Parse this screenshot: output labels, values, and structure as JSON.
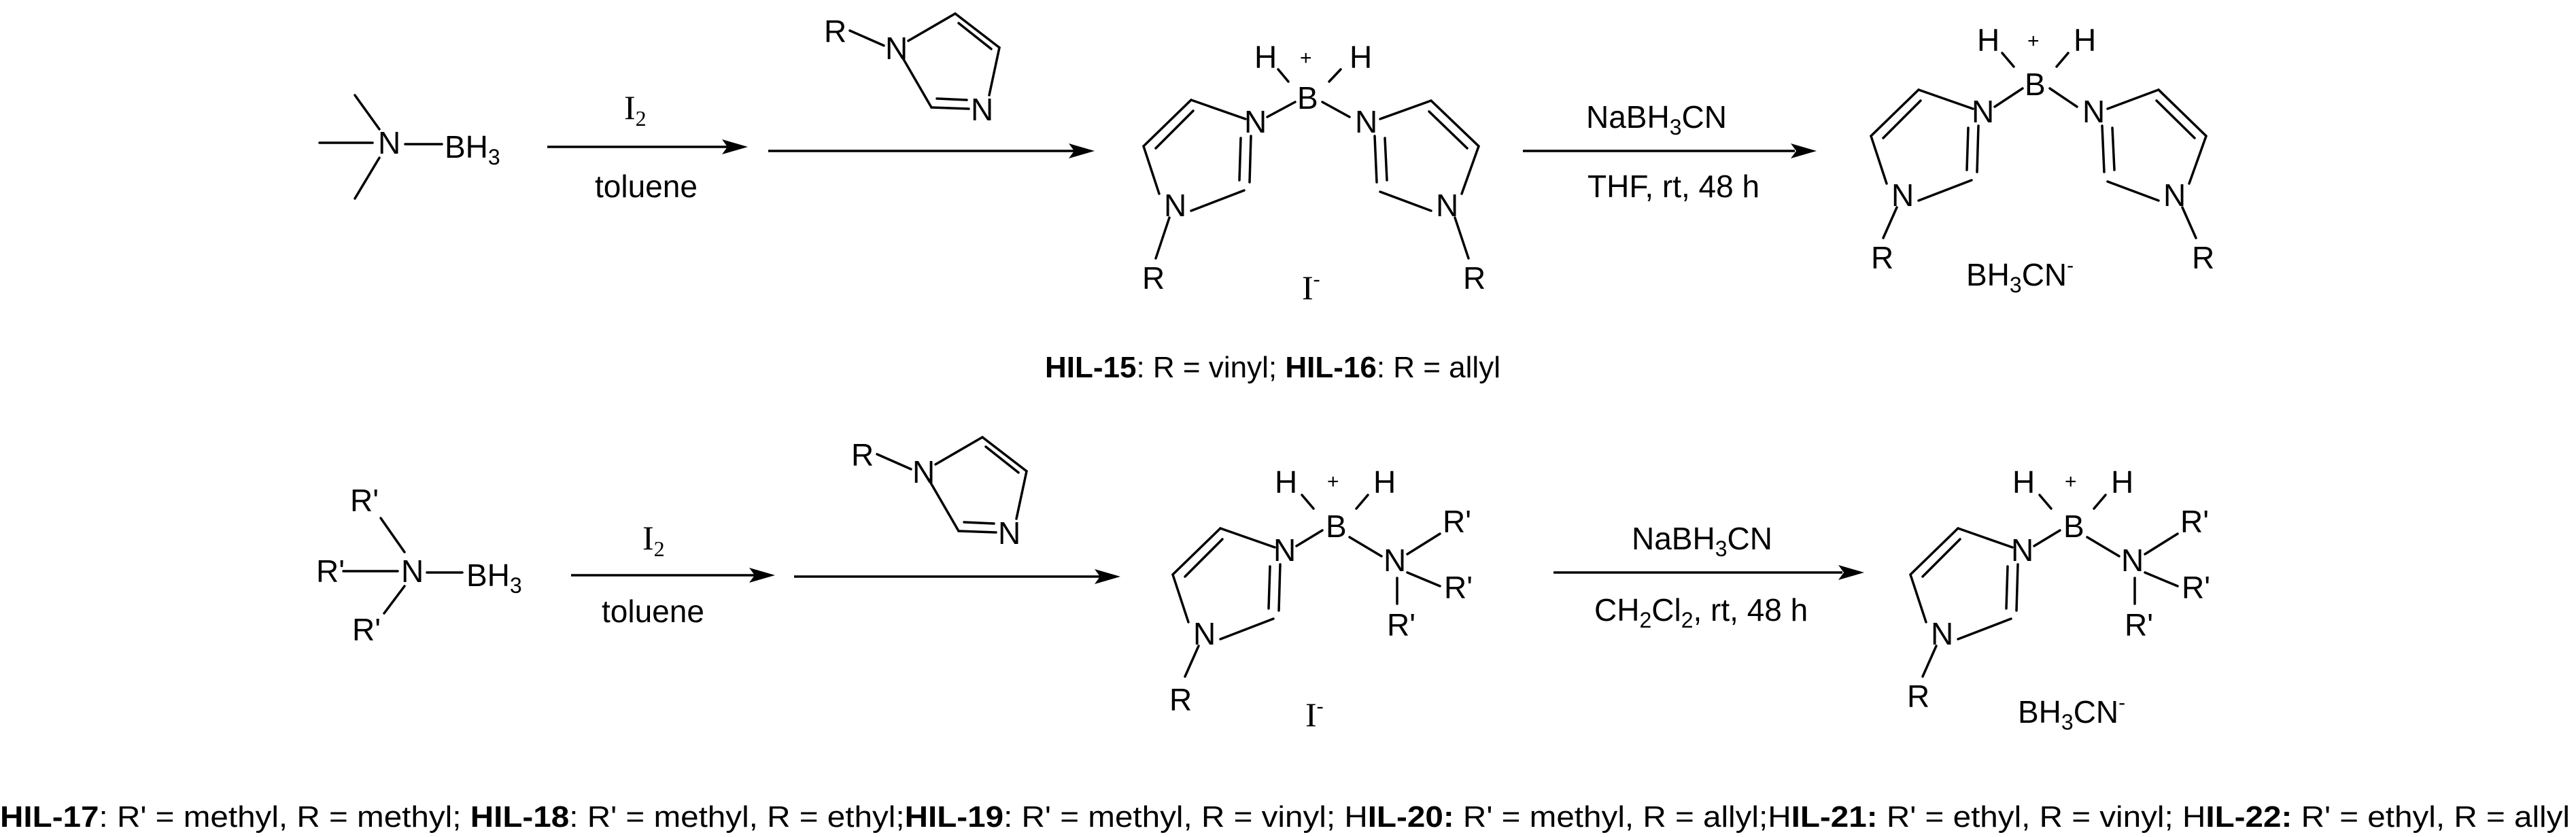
{
  "row1": {
    "reagent_amine_N": "N",
    "reagent_BH3_B": "BH",
    "reagent_BH3_sub": "3",
    "step1": {
      "reagent": "I",
      "reagent_sub": "2",
      "solvent": "toluene"
    },
    "imidazole": {
      "R": "R",
      "N1": "N",
      "N3": "N"
    },
    "cation": {
      "B": "B",
      "H_left": "H",
      "H_right": "H",
      "charge": "+",
      "N_left1": "N",
      "N_left3": "N",
      "R_left": "R",
      "N_right1": "N",
      "N_right3": "N",
      "R_right": "R"
    },
    "counterion1": {
      "symbol": "I",
      "charge": "-"
    },
    "step3": {
      "reagent": "NaBH",
      "reagent_sub": "3",
      "reagent_tail": "CN",
      "conditions": "THF, rt, 48 h"
    },
    "product": {
      "B": "B",
      "H_left": "H",
      "H_right": "H",
      "charge": "+",
      "N_left1": "N",
      "N_left3": "N",
      "R_left": "R",
      "N_right1": "N",
      "N_right3": "N",
      "R_right": "R"
    },
    "counterion2": {
      "a": "BH",
      "sub": "3",
      "b": "CN",
      "charge": "-"
    },
    "caption": [
      {
        "text": "HIL-15",
        "bold": true
      },
      {
        "text": ": R = vinyl; ",
        "bold": false
      },
      {
        "text": "HIL-16",
        "bold": true
      },
      {
        "text": ": R = allyl",
        "bold": false
      }
    ]
  },
  "row2": {
    "reagent": {
      "R1": "R'",
      "R2": "R'",
      "R3": "R'",
      "N": "N",
      "B": "BH",
      "B_sub": "3"
    },
    "step1": {
      "reagent": "I",
      "reagent_sub": "2",
      "solvent": "toluene"
    },
    "imidazole": {
      "R": "R",
      "N1": "N",
      "N3": "N"
    },
    "cation": {
      "B": "B",
      "H_left": "H",
      "H_right": "H",
      "charge": "+",
      "N_ring1": "N",
      "N_ring3": "N",
      "R": "R",
      "N_amine": "N",
      "R1": "R'",
      "R2": "R'",
      "R3": "R'"
    },
    "counterion1": {
      "symbol": "I",
      "charge": "-"
    },
    "step3": {
      "a": "NaBH",
      "a_sub": "3",
      "a_tail": "CN",
      "c1": "CH",
      "c1_sub": "2",
      "c2": "Cl",
      "c2_sub": "2",
      "c_tail": ", rt, 48 h"
    },
    "product": {
      "B": "B",
      "H_left": "H",
      "H_right": "H",
      "charge": "+",
      "N_ring1": "N",
      "N_ring3": "N",
      "R": "R",
      "N_amine": "N",
      "R1": "R'",
      "R2": "R'",
      "R3": "R'"
    },
    "counterion2": {
      "a": "BH",
      "sub": "3",
      "b": "CN",
      "charge": "-"
    },
    "caption": [
      {
        "text": "HIL-17",
        "bold": true
      },
      {
        "text": ": R' = methyl, R = methyl; ",
        "bold": false
      },
      {
        "text": "HIL-18",
        "bold": true
      },
      {
        "text": ": R' = methyl, R = ethyl;",
        "bold": false
      },
      {
        "text": "HIL-19",
        "bold": true
      },
      {
        "text": ": R' = methyl, R = vinyl; H",
        "bold": false
      },
      {
        "text": "IL-20:",
        "bold": true
      },
      {
        "text": " R' = methyl, R = allyl;H",
        "bold": false
      },
      {
        "text": "IL-21:",
        "bold": true
      },
      {
        "text": " R' = ethyl, R = vinyl; H",
        "bold": false
      },
      {
        "text": "IL-22:",
        "bold": true
      },
      {
        "text": " R' = ethyl, R = allyl",
        "bold": false
      }
    ]
  }
}
